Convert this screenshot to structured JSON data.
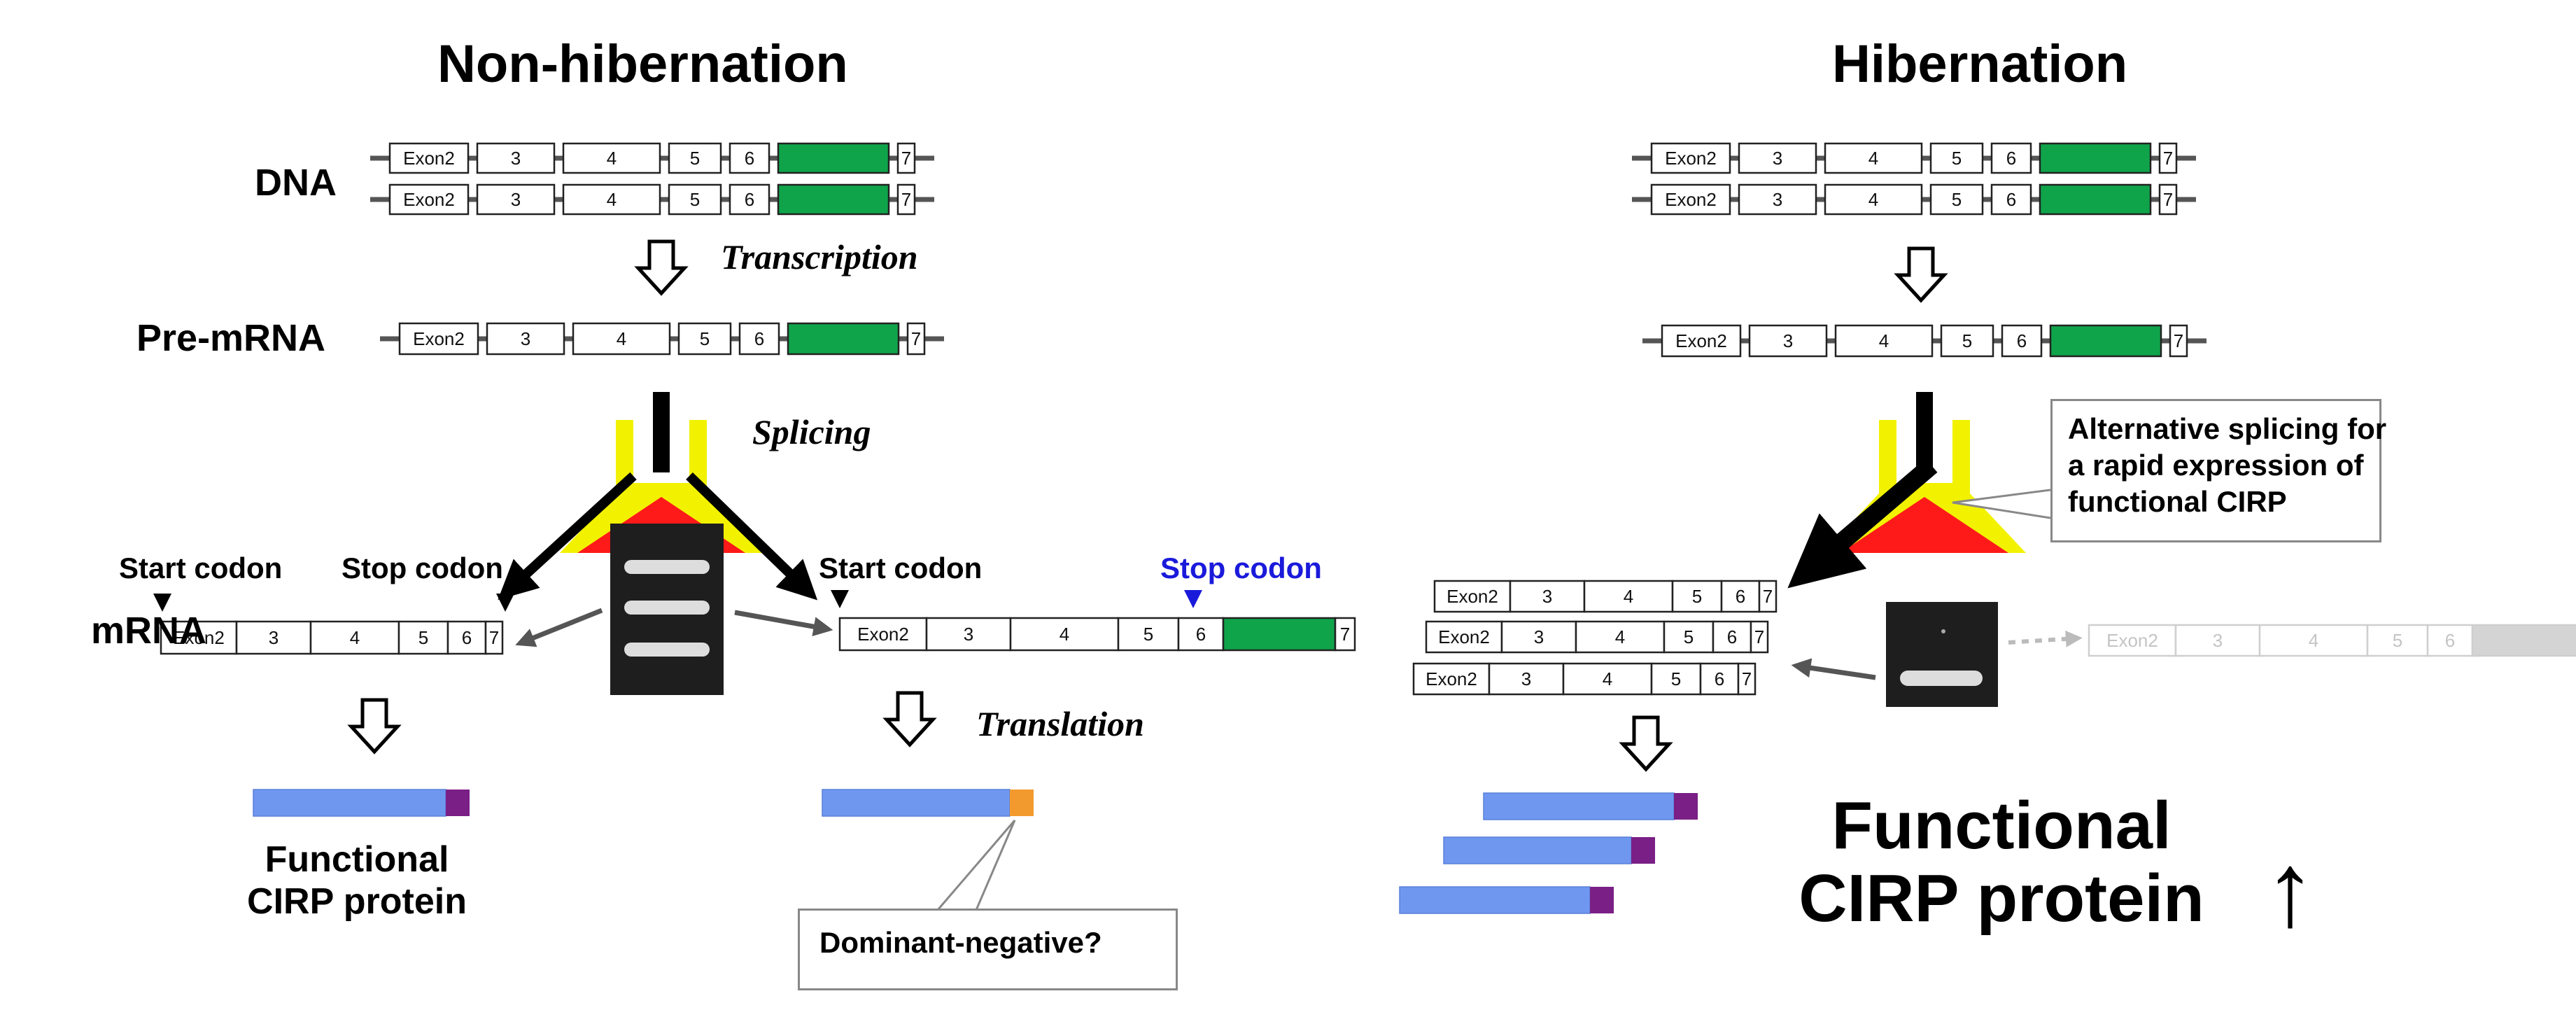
{
  "panels": {
    "left_title": "Non-hibernation",
    "right_title": "Hibernation"
  },
  "row_labels": {
    "dna": "DNA",
    "pre_mrna": "Pre-mRNA",
    "mrna": "mRNA"
  },
  "processes": {
    "transcription": "Transcription",
    "splicing": "Splicing",
    "translation": "Translation"
  },
  "codons": {
    "start_1": "Start codon",
    "stop_1": "Stop codon",
    "start_2": "Start codon",
    "stop_2": "Stop codon"
  },
  "exons": [
    "Exon2",
    "3",
    "4",
    "5",
    "6",
    "7"
  ],
  "outcomes": {
    "functional_line1": "Functional",
    "functional_line2": "CIRP protein",
    "dominant_negative": "Dominant-negative?",
    "big_line1": "Functional",
    "big_line2": "CIRP protein",
    "up_arrow": "↑"
  },
  "callout": {
    "line1": "Alternative splicing for",
    "line2": "a rapid expression of",
    "line3": "functional CIRP"
  },
  "colors": {
    "extra_exon": "#0fa44a",
    "protein": "#6f97f0",
    "protein_end": "#7a1f86",
    "truncated_end": "#f39a2e",
    "funnel_outer": "#f2f200",
    "funnel_inner": "#ff1a1a",
    "stop_codon_blue": "#1a1adb",
    "gel_bg": "#1e1e1e",
    "gel_band": "#dddddd"
  }
}
